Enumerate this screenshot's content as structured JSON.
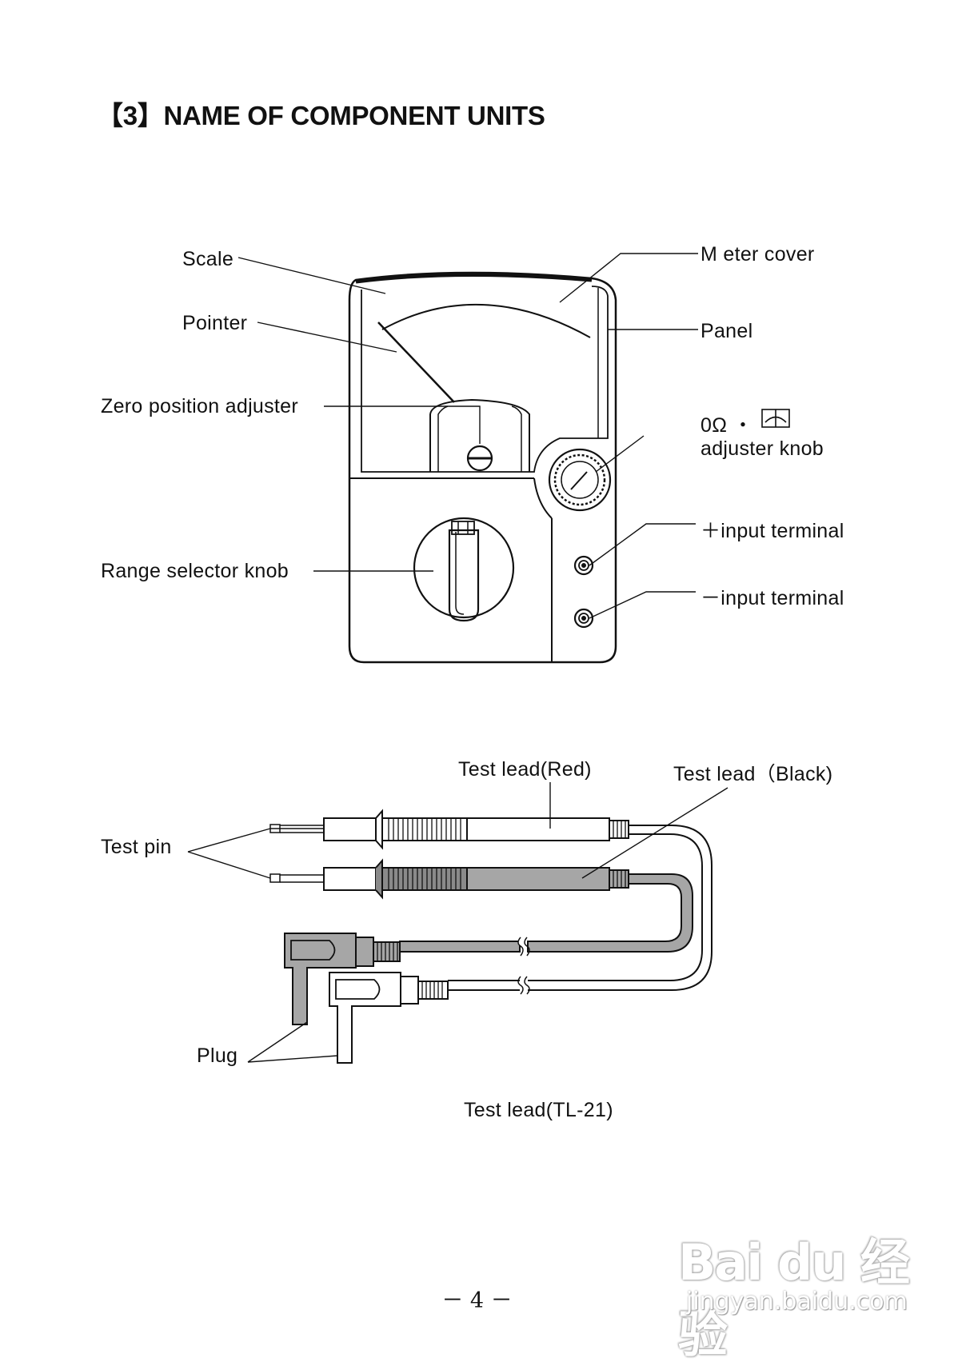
{
  "section_title": "【3】NAME OF COMPONENT UNITS",
  "meter_labels": {
    "scale": "Scale",
    "pointer": "Pointer",
    "zero_adjuster": "Zero position adjuster",
    "range_selector": "Range selector knob",
    "meter_cover": "M eter cover",
    "panel": "Panel",
    "ohm_line1": "0Ω ・",
    "ohm_line2": "adjuster knob",
    "plus_terminal": "＋input terminal",
    "minus_terminal": "－input terminal"
  },
  "lead_labels": {
    "red": "Test lead(Red)",
    "black": "Test lead（Black)",
    "pin": "Test pin",
    "plug": "Plug",
    "caption": "Test lead(TL-21)"
  },
  "page_number": "－ 4 －",
  "watermark": {
    "logo": "Bai du 经验",
    "url": "jingyan.baidu.com"
  },
  "colors": {
    "ink": "#111111",
    "gray_fill": "#a6a6a6",
    "dark_fill": "#8a8a8a"
  }
}
